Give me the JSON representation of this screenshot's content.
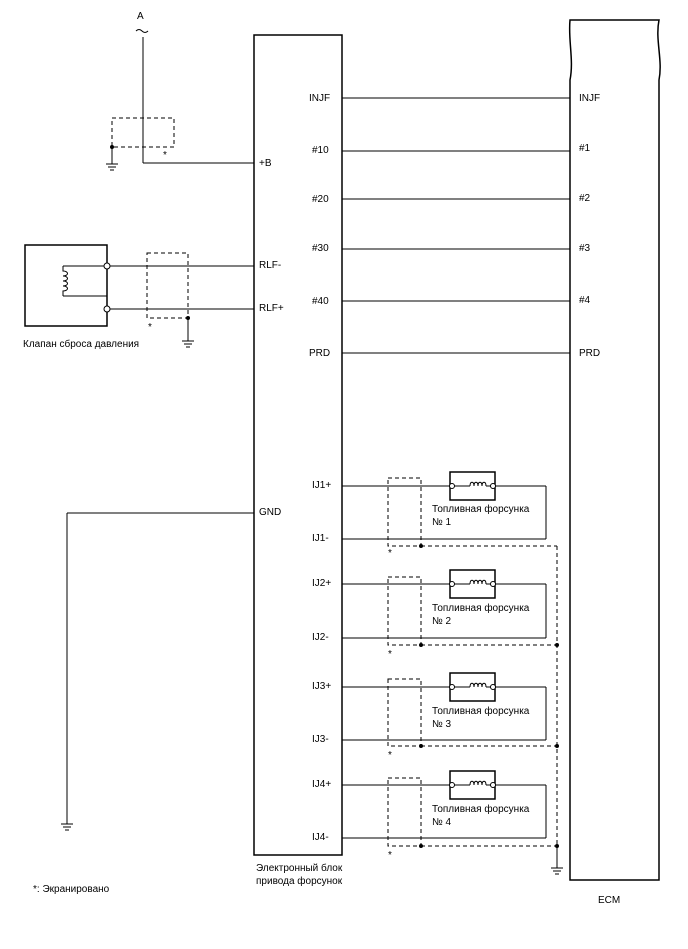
{
  "connector_a": "A",
  "driver": {
    "inputs": {
      "bplus": "+B",
      "rlf_minus": "RLF-",
      "rlf_plus": "RLF+",
      "gnd": "GND"
    },
    "pins": [
      "INJF",
      "#10",
      "#20",
      "#30",
      "#40",
      "PRD"
    ],
    "injector_pins": [
      [
        "IJ1+",
        "IJ1-"
      ],
      [
        "IJ2+",
        "IJ2-"
      ],
      [
        "IJ3+",
        "IJ3-"
      ],
      [
        "IJ4+",
        "IJ4-"
      ]
    ],
    "caption_line1": "Электронный блок",
    "caption_line2": "привода форсунок"
  },
  "ecm": {
    "pins": [
      "INJF",
      "#1",
      "#2",
      "#3",
      "#4",
      "PRD"
    ],
    "label": "ECM"
  },
  "valve_label": "Клапан сброса давления",
  "injectors": [
    {
      "label": "Топливная форсунка",
      "number": "№ 1"
    },
    {
      "label": "Топливная форсунка",
      "number": "№ 2"
    },
    {
      "label": "Топливная форсунка",
      "number": "№ 3"
    },
    {
      "label": "Топливная форсунка",
      "number": "№ 4"
    }
  ],
  "shield_mark": "*",
  "footnote": "*: Экранировано"
}
